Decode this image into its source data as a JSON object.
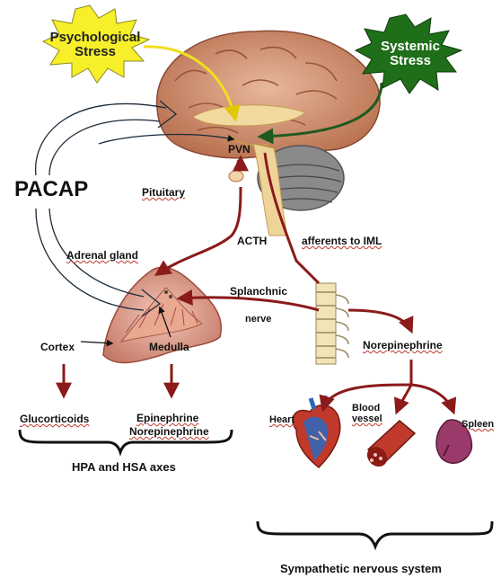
{
  "stress": {
    "psychological": [
      "Psychological",
      "Stress"
    ],
    "systemic": [
      "Systemic",
      "Stress"
    ]
  },
  "labels": {
    "pacap": "PACAP",
    "pvn": "PVN",
    "pituitary": "Pituitary",
    "acth": "ACTH",
    "afferents": "afferents to IML",
    "adrenal_gland": "Adrenal gland",
    "splanchnic": "Splanchnic",
    "nerve": "nerve",
    "cortex": "Cortex",
    "medulla": "Medulla",
    "norepinephrine": "Norepinephrine",
    "glucorticoids": "Glucorticoids",
    "epinephrine": "Epinephrine",
    "norepinephrine2": "Norepinephrine",
    "heart": "Heart",
    "blood_vessel": [
      "Blood",
      "vessel"
    ],
    "spleen": "Spleen",
    "hpa_hsa": "HPA and HSA axes",
    "sympathetic": "Sympathetic nervous system"
  },
  "colors": {
    "yellow_star": "#f6ef2a",
    "green_star": "#1f6e1a",
    "red_arrow": "#8b1a1a",
    "yellow_path": "#f2df1c",
    "green_path": "#1e5a1e",
    "brain": "#d49a7f",
    "cerebellum": "#7a7a7a"
  }
}
